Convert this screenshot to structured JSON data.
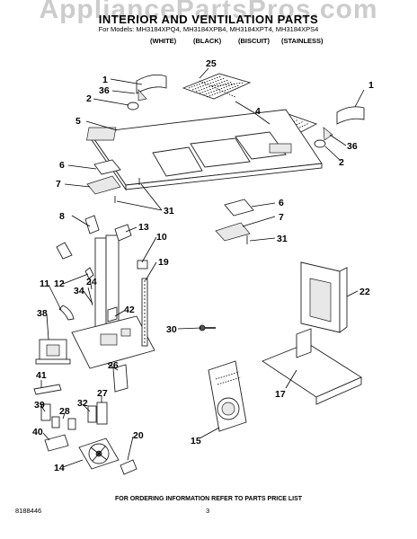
{
  "watermark": "AppliancePartsPros.com",
  "header": {
    "title": "INTERIOR AND VENTILATION PARTS",
    "models": "For Models: MH3184XPQ4, MH3184XPB4, MH3184XPT4, MH3184XPS4",
    "colors": [
      "(WHITE)",
      "(BLACK)",
      "(BISCUIT)",
      "(STAINLESS)"
    ]
  },
  "callouts": [
    "1",
    "36",
    "2",
    "25",
    "5",
    "4",
    "1",
    "36",
    "2",
    "6",
    "7",
    "31",
    "6",
    "7",
    "31",
    "8",
    "13",
    "10",
    "19",
    "11",
    "12",
    "24",
    "34",
    "22",
    "42",
    "38",
    "30",
    "41",
    "26",
    "39",
    "28",
    "32",
    "27",
    "17",
    "40",
    "20",
    "15",
    "14"
  ],
  "footer": {
    "note": "FOR ORDERING INFORMATION REFER TO PARTS PRICE LIST",
    "part_number": "8188446",
    "page": "3"
  }
}
